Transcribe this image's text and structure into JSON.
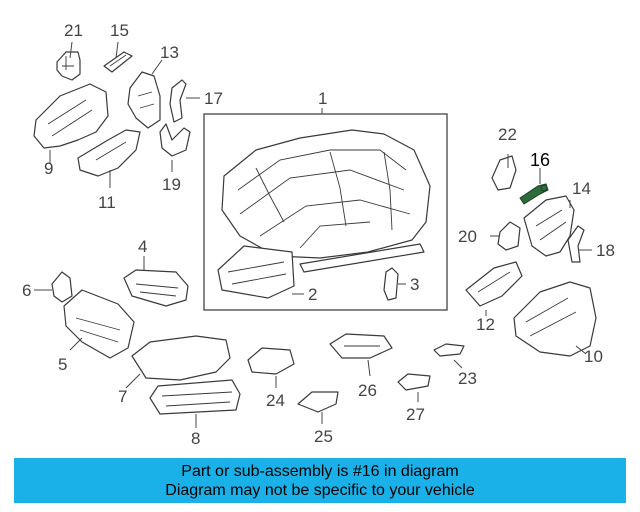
{
  "diagram": {
    "highlighted_part": "16",
    "labels": [
      "1",
      "2",
      "3",
      "4",
      "5",
      "6",
      "7",
      "8",
      "9",
      "10",
      "11",
      "12",
      "13",
      "14",
      "15",
      "16",
      "17",
      "18",
      "19",
      "20",
      "21",
      "22",
      "23",
      "24",
      "25",
      "26",
      "27"
    ]
  },
  "banner": {
    "line1": "Part or sub-assembly is #16 in diagram",
    "line2": "Diagram may not be specific to your vehicle",
    "background": "#1ab1e8"
  },
  "colors": {
    "highlight": "#2e6b3a",
    "line": "#3a3a3a"
  }
}
